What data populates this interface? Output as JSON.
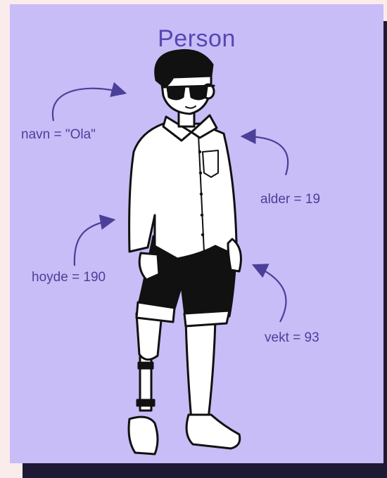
{
  "title": "Person",
  "attributes": [
    {
      "label": "navn = \"Ola\""
    },
    {
      "label": "alder = 19"
    },
    {
      "label": "hoyde = 190"
    },
    {
      "label": "vekt = 93"
    }
  ],
  "colors": {
    "background": "#fbecec",
    "card": "#c8bdf7",
    "shadow": "#1e1a33",
    "accent": "#5647b2"
  }
}
